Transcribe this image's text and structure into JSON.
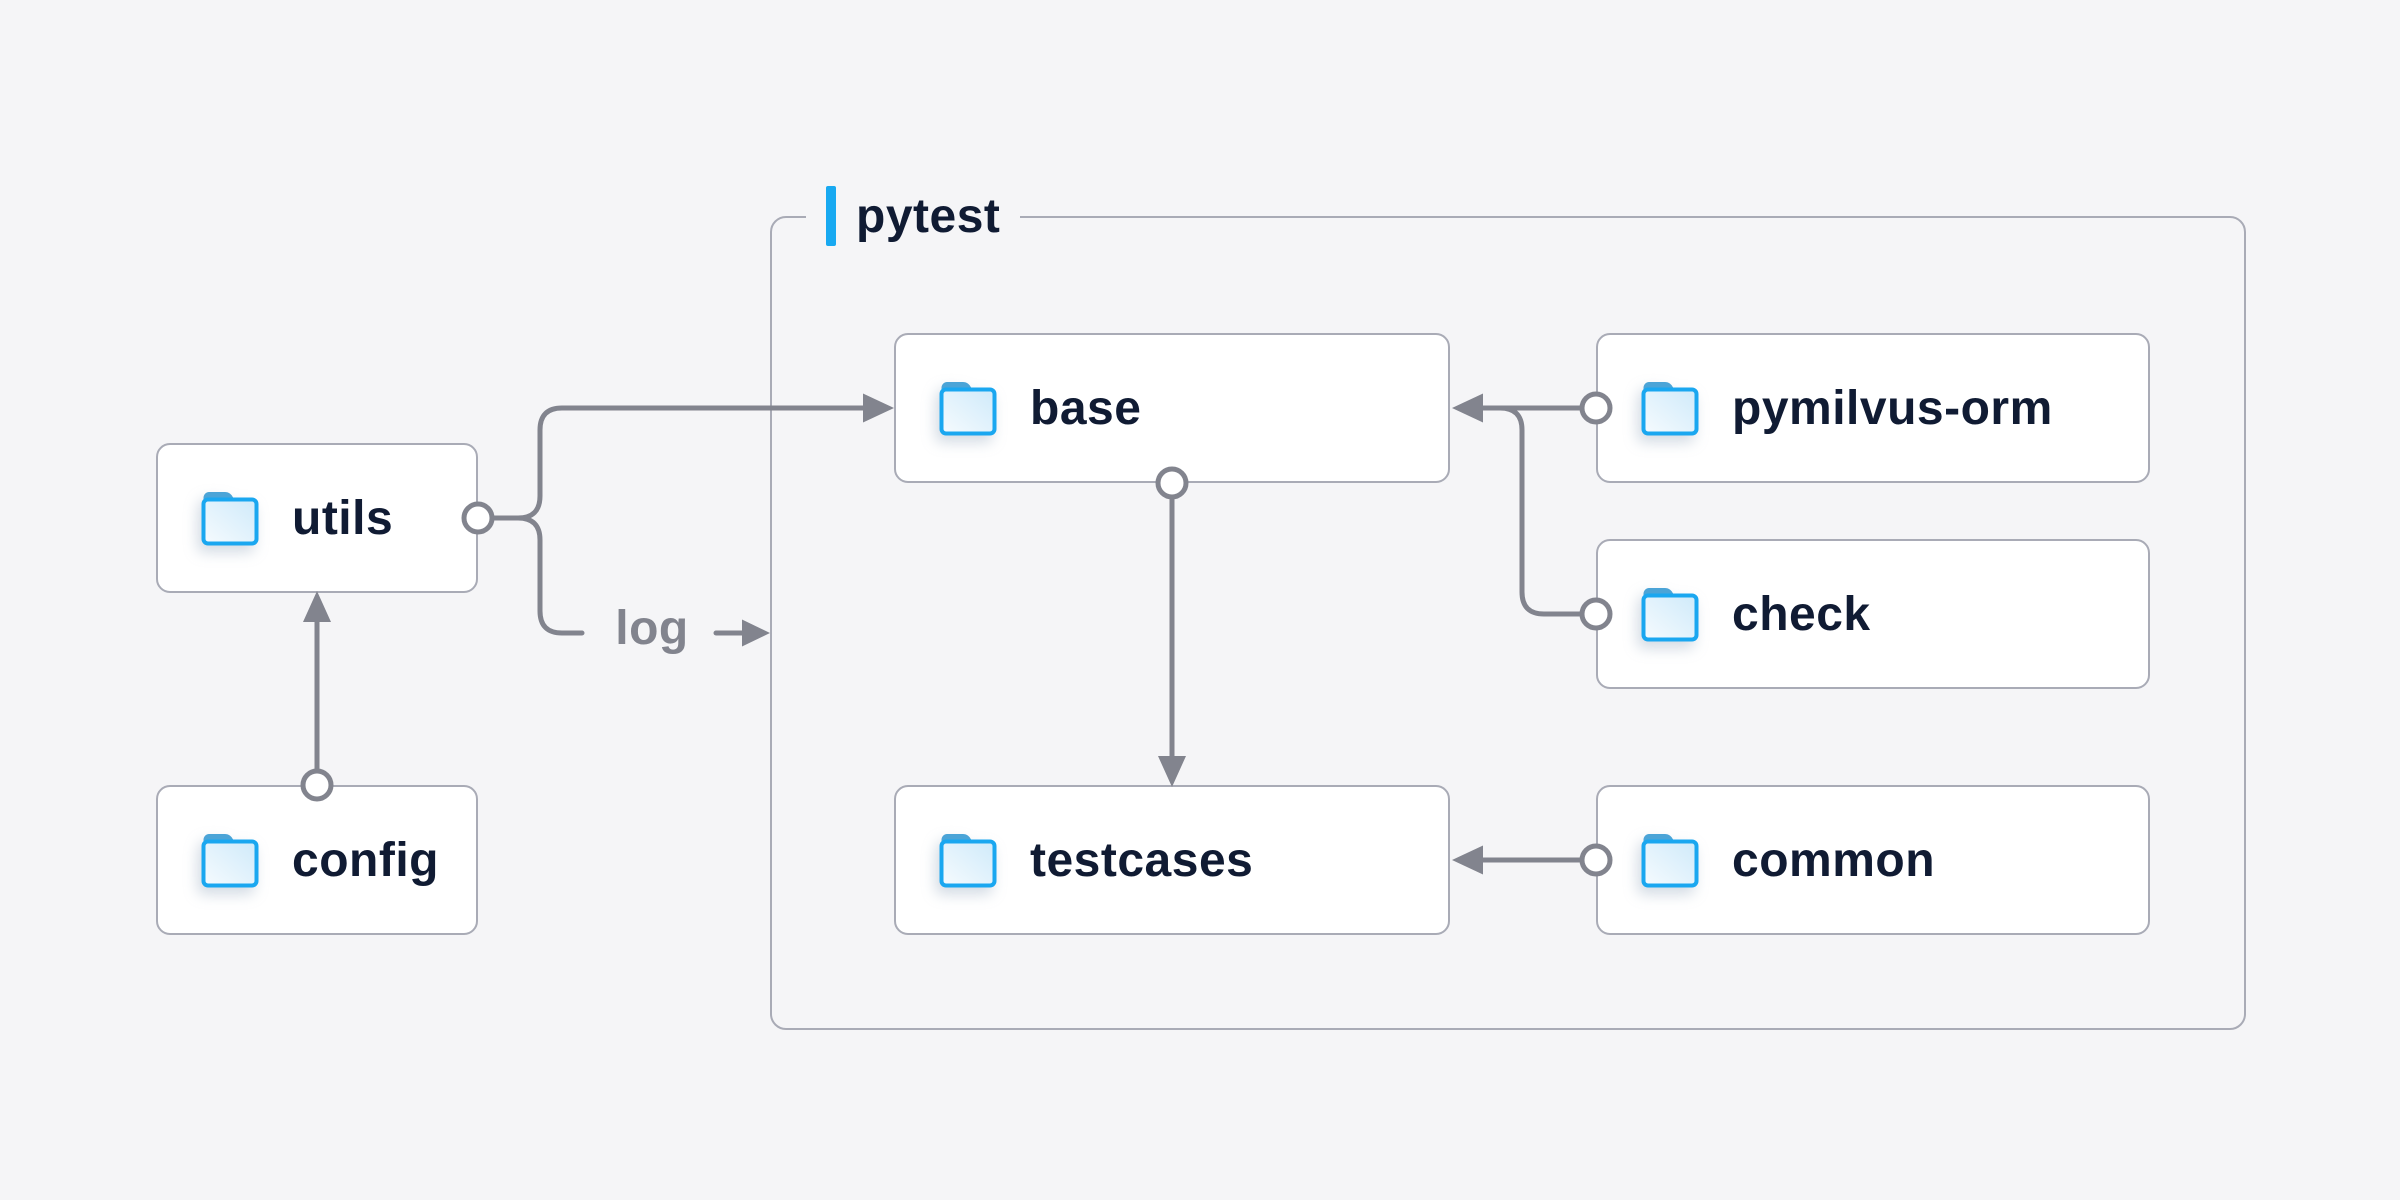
{
  "diagram": {
    "background_color": "#f5f5f7",
    "accent_color": "#18a9f1",
    "line_color": "#82848e",
    "box_border_color": "#a9abb6",
    "text_color": "#101b33",
    "folder_icon_color": "#1aa7f0",
    "group": {
      "label": "pytest"
    },
    "nodes": [
      {
        "id": "utils",
        "label": "utils",
        "icon": "folder-icon",
        "inside_group": false
      },
      {
        "id": "config",
        "label": "config",
        "icon": "folder-icon",
        "inside_group": false
      },
      {
        "id": "base",
        "label": "base",
        "icon": "folder-icon",
        "inside_group": true
      },
      {
        "id": "pymilvus-orm",
        "label": "pymilvus-orm",
        "icon": "folder-icon",
        "inside_group": true
      },
      {
        "id": "check",
        "label": "check",
        "icon": "folder-icon",
        "inside_group": true
      },
      {
        "id": "testcases",
        "label": "testcases",
        "icon": "folder-icon",
        "inside_group": true
      },
      {
        "id": "common",
        "label": "common",
        "icon": "folder-icon",
        "inside_group": true
      }
    ],
    "edges": [
      {
        "from": "config",
        "to": "utils",
        "label": ""
      },
      {
        "from": "utils",
        "to": "base",
        "label": ""
      },
      {
        "from": "utils",
        "to": "pytest",
        "label": "log"
      },
      {
        "from": "pymilvus-orm",
        "to": "base",
        "label": ""
      },
      {
        "from": "check",
        "to": "base",
        "label": ""
      },
      {
        "from": "base",
        "to": "testcases",
        "label": ""
      },
      {
        "from": "common",
        "to": "testcases",
        "label": ""
      }
    ]
  }
}
